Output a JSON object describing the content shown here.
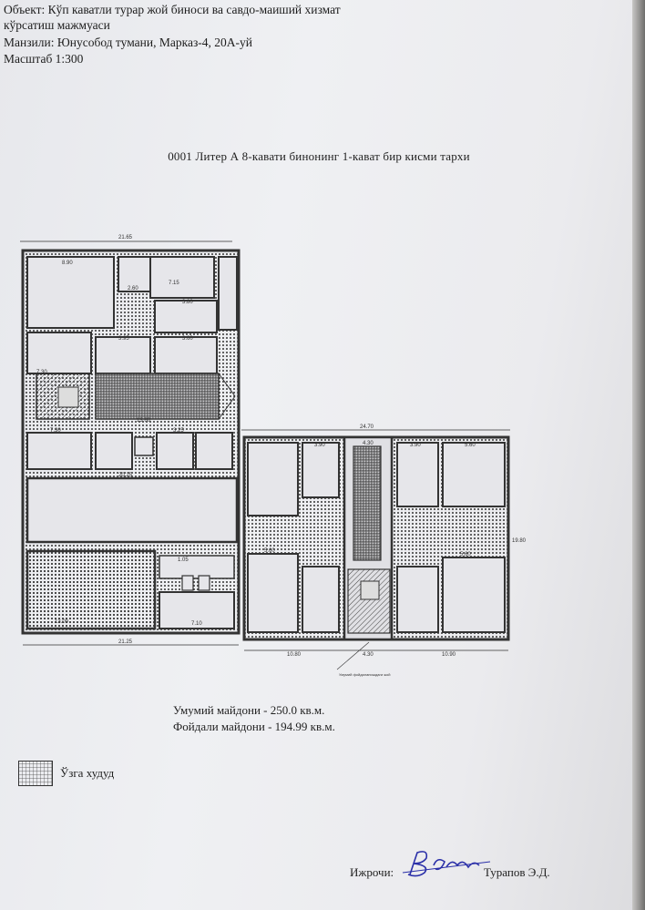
{
  "header": {
    "line1": "Объект: Кўп каватли турар жой биноси ва савдо-маиший хизмат",
    "line2": "кўрсатиш мажмуаси",
    "line3": "Манзили: Юнусобод тумани, Марказ-4, 20А-уй",
    "line4": "Масштаб 1:300"
  },
  "title": "0001 Литер А  8-кавати бинонинг 1-кават бир кисми тархи",
  "areas": {
    "total": "Умумий майдони - 250.0 кв.м.",
    "useful": "Фойдали майдони - 194.99 кв.м."
  },
  "legend": {
    "label": "Ўзга худуд"
  },
  "signature": {
    "label": "Ижрочи:",
    "name": "Турапов Э.Д."
  },
  "plan_dimensions": {
    "left_top": "21.65",
    "room_w1": "8.90",
    "room_w2": "7.15",
    "d1": "2.60",
    "d2": "3.80",
    "d3": "7.30",
    "d4": "3.60",
    "d5": "3.95",
    "d6": "13.60",
    "d7": "7.30",
    "d8": "3.25",
    "d9": "20.25",
    "d10": "1.05",
    "d11": "13.09",
    "d12": "7.10",
    "left_bottom": "21.25",
    "right_top": "24.70",
    "r1": "3.90",
    "r2": "4.30",
    "r3": "3.90",
    "r4": "5.60",
    "r5": "19.80",
    "r6": "5.60",
    "r7": "5.60",
    "rb1": "10.80",
    "rb2": "4.30",
    "rb3": "10.90",
    "note": "Умумий фойдаланишдаги жой"
  }
}
